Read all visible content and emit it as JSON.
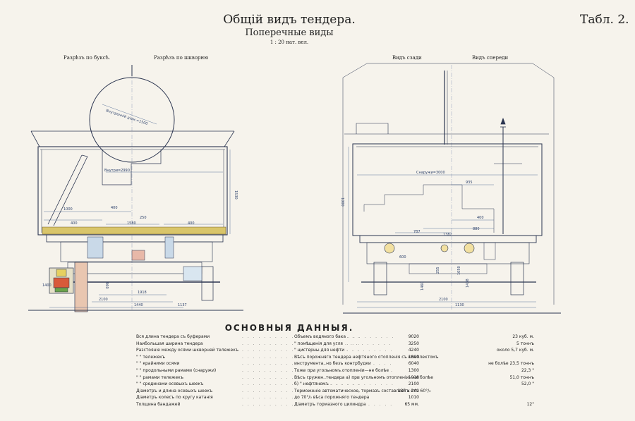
{
  "header": {
    "title": "Общій видъ тендера.",
    "subtitle": "Поперечные виды",
    "scale": "1 : 20 нат. вел.",
    "table_no": "Табл. 2."
  },
  "captions": {
    "section_axle_box": "Разрѣзъ по буксѣ.",
    "section_pivot": "Разрѣзъ по шкворню",
    "rear_view": "Видъ сзади",
    "front_view": "Видъ спереди"
  },
  "dimensions": {
    "tank_inside_diameter": "Внутренній діам.=1500",
    "inside_width": "Внутри=2990",
    "outside_width": "Снаружи=3000",
    "left": [
      "1000",
      "400",
      "400",
      "1580",
      "250",
      "400",
      "1530",
      "1918",
      "2100",
      "1440",
      "1137",
      "1400",
      "960"
    ],
    "right": [
      "935",
      "880",
      "1382",
      "787",
      "400",
      "1000",
      "2100",
      "1130",
      "255",
      "1460",
      "1438",
      "1050",
      "600"
    ]
  },
  "data_section": {
    "title": "ОСНОВНЫЯ ДАННЫЯ.",
    "left_rows": [
      {
        "label": "Вся длина тендера съ буферами",
        "value": "9020"
      },
      {
        "label": "Наибольшая ширина тендера",
        "value": "3250"
      },
      {
        "label": "Разстояніе между осями шкворней тележекъ",
        "value": "4240"
      },
      {
        "label": "\"    \"    тележекъ",
        "value": "1800"
      },
      {
        "label": "\"    \"    крайними осями",
        "value": "6040"
      },
      {
        "label": "\"    \"    продольными рамами (снаружи)",
        "value": "1300"
      },
      {
        "label": "\"    \"    рамами тележекъ",
        "value": "1918"
      },
      {
        "label": "\"    \"    срединами осевыхъ шеекъ",
        "value": "2100"
      },
      {
        "label": "Діаметръ и длина осевыхъ шеекъ",
        "value": "135 x 240"
      },
      {
        "label": "Діаметръ колесъ по кругу катанія",
        "value": "1010"
      },
      {
        "label": "Толщина бандажей",
        "value": "65 мм."
      }
    ],
    "right_rows": [
      {
        "label": "Объемъ водяного бака",
        "value": "23 куб. м."
      },
      {
        "label": "\"    помѣщенія для угля",
        "value": "5 тоннъ"
      },
      {
        "label": "\"    цистерны для нефти",
        "value": "около  5,7 куб. м."
      },
      {
        "label": "Вѣсъ порожняго тендера нефтяного отопленія съ комплектомъ",
        "value": ""
      },
      {
        "label": "инструмента, но безъ контрбудки",
        "value": "не болѣе  23,5 тоннъ"
      },
      {
        "label": "Тоже при угольномъ отопленіи—не болѣе",
        "value": "22,3  \""
      },
      {
        "label": "Вѣсъ гружен. тендера а) при угольномъ отопленіи—не болѣе",
        "value": "51,0 тоннъ"
      },
      {
        "label": "б)  \"  нефтяномъ",
        "value": "52,0  \""
      },
      {
        "label": "Торможеніе автоматическое, тормазъ составляетъ отъ 60°/₀",
        "value": ""
      },
      {
        "label": "до 70°/₀ вѣса порожняго тендера",
        "value": ""
      },
      {
        "label": "Діаметръ тормазного цилиндра",
        "value": "12\""
      }
    ]
  }
}
